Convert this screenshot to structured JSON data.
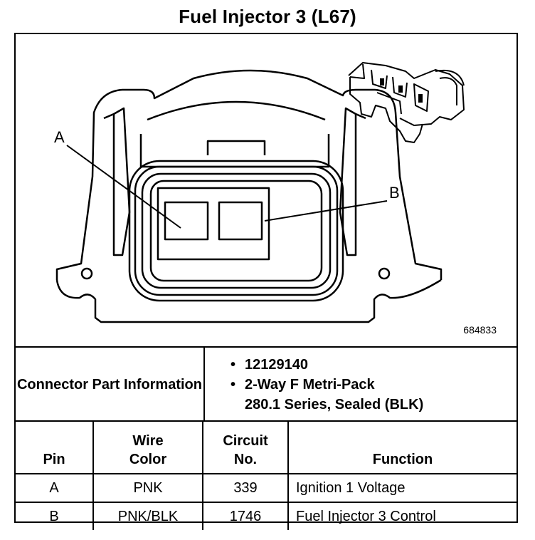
{
  "title": "Fuel Injector 3 (L67)",
  "figure_ref": "684833",
  "callouts": {
    "a": "A",
    "b": "B"
  },
  "connector_info": {
    "label": "Connector Part Information",
    "items": [
      "12129140",
      "2-Way F Metri-Pack",
      "280.1 Series, Sealed (BLK)"
    ]
  },
  "pin_table": {
    "headers": {
      "pin": "Pin",
      "wire_color": "Wire Color",
      "circuit": "Circuit No.",
      "function": "Function"
    },
    "rows": [
      {
        "pin": "A",
        "wire_color": "PNK",
        "circuit": "339",
        "function": "Ignition 1 Voltage"
      },
      {
        "pin": "B",
        "wire_color": "PNK/BLK",
        "circuit": "1746",
        "function": "Fuel Injector 3 Control"
      }
    ]
  }
}
